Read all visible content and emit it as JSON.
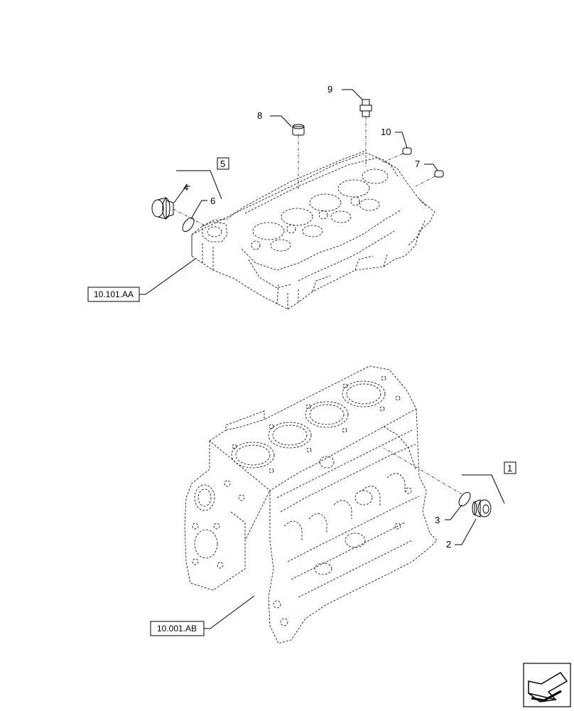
{
  "callouts": {
    "c1": "1",
    "c2": "2",
    "c3": "3",
    "c4": "4",
    "c5": "5",
    "c6": "6",
    "c7": "7",
    "c8": "8",
    "c9": "9",
    "c10": "10"
  },
  "references": {
    "head": "10.101.AA",
    "block": "10.001.AB"
  },
  "nav_icon": "next-page-arrow-icon"
}
